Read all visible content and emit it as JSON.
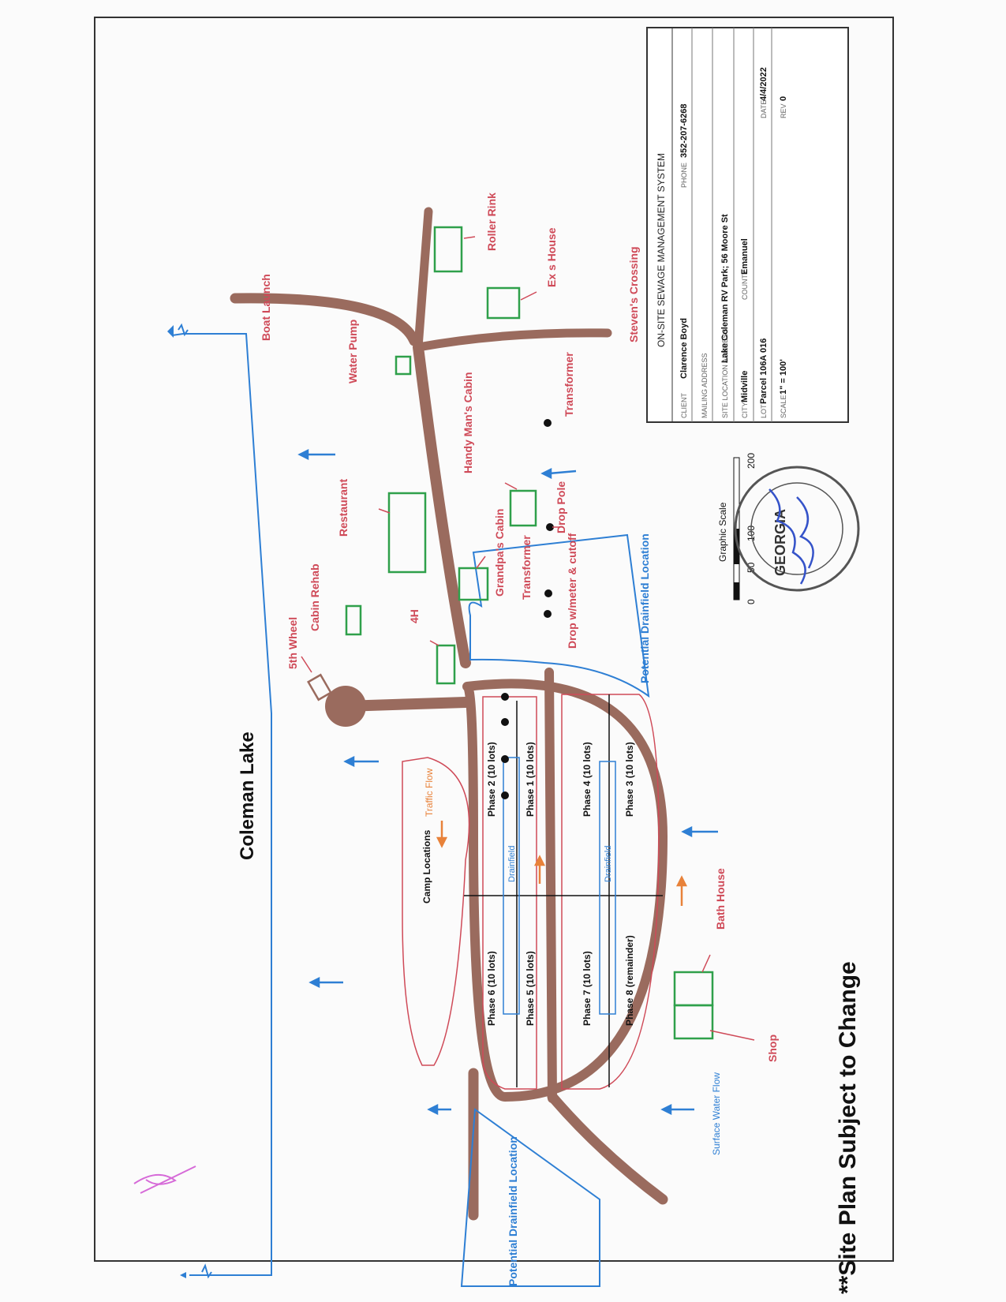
{
  "lake": "Coleman Lake",
  "footer": "**Site Plan Subject to Change",
  "roads": {
    "boat_launch": "Boat Launch",
    "stevens_crossing": "Steven's Crossing"
  },
  "buildings": {
    "roller_rink": "Roller Rink",
    "ex_s_house": "Ex s House",
    "water_pump": "Water Pump",
    "transformer_top": "Transformer",
    "handy_mans_cabin": "Handy Man's Cabin",
    "restaurant": "Restaurant",
    "drop_pole": "Drop Pole",
    "grandpas_cabin": "Grandpa's Cabin",
    "transformer": "Transformer",
    "drop_meter": "Drop w/meter & cutoff",
    "cabin_rehab": "Cabin Rehab",
    "four_h": "4H",
    "fifth_wheel": "5th Wheel",
    "bath_house": "Bath House",
    "shop": "Shop"
  },
  "areas": {
    "potential_drainfield_top": "Potential Drainfield Location",
    "potential_drainfield_bottom": "Potential Drainfield Location",
    "camp_locations": "Camp Locations",
    "traffic_flow": "Traffic Flow",
    "surface_water_flow": "Surface Water Flow",
    "drainfield_1": "Drainfield",
    "drainfield_2": "Drainfield"
  },
  "phases": {
    "phase2": "Phase 2 (10 lots)",
    "phase1": "Phase 1 (10 lots)",
    "phase4": "Phase 4 (10 lots)",
    "phase3": "Phase 3 (10 lots)",
    "phase6": "Phase 6 (10 lots)",
    "phase5": "Phase 5 (10 lots)",
    "phase7": "Phase 7 (10 lots)",
    "phase8": "Phase 8 (remainder)"
  },
  "scale_bar": {
    "title": "Graphic Scale",
    "ticks": [
      "0",
      "50",
      "100",
      "200"
    ]
  },
  "seal": {
    "state": "GEORGIA"
  },
  "title_block": {
    "heading": "ON-SITE SEWAGE MANAGEMENT SYSTEM",
    "client_label": "CLIENT",
    "client": "Clarence Boyd",
    "phone_label": "PHONE",
    "phone": "352-207-6268",
    "mailing_label": "MAILING ADDRESS",
    "site_label": "SITE LOCATION ADDRESS",
    "site": "Lake Coleman RV Park; 56 Moore St",
    "city_label": "CITY",
    "city": "Midville",
    "county_label": "COUNTY",
    "county": "Emanuel",
    "lot_label": "LOT",
    "lot": "Parcel 106A 016",
    "date_label": "DATE",
    "date": "4/4/2022",
    "scale_label": "SCALE",
    "scale": "1\" = 100'",
    "rev_label": "REV",
    "rev": "0"
  }
}
